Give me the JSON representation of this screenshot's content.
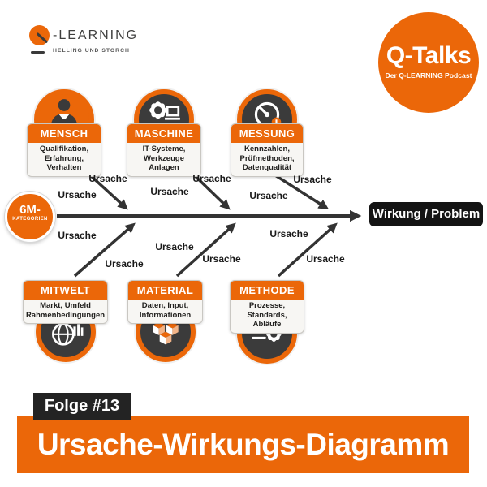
{
  "brand": {
    "logo_suffix": "-LEARNING",
    "tagline": "HELLING UND STORCH"
  },
  "badge": {
    "title": "Q-Talks",
    "subtitle": "Der Q-LEARNING Podcast"
  },
  "diagram": {
    "hub": {
      "line1": "6M-",
      "line2": "KATEGORIEN"
    },
    "effect_label": "Wirkung / Problem",
    "cause_label": "Ursache",
    "top_categories": [
      {
        "name": "MENSCH",
        "icon": "person-icon",
        "lines": [
          "Qualifikation,",
          "Erfahrung,",
          "Verhalten"
        ]
      },
      {
        "name": "MASCHINE",
        "icon": "gear-laptop-icon",
        "lines": [
          "IT-Systeme,",
          "Werkzeuge",
          "Anlagen"
        ]
      },
      {
        "name": "MESSUNG",
        "icon": "gauge-icon",
        "lines": [
          "Kennzahlen,",
          "Prüfmethoden,",
          "Datenqualität"
        ]
      }
    ],
    "bottom_categories": [
      {
        "name": "MITWELT",
        "icon": "globe-icon",
        "lines": [
          "Markt, Umfeld",
          "Rahmenbedingungen"
        ]
      },
      {
        "name": "MATERIAL",
        "icon": "cubes-icon",
        "lines": [
          "Daten, Input,",
          "Informationen"
        ]
      },
      {
        "name": "METHODE",
        "icon": "list-gear-icon",
        "lines": [
          "Prozesse,",
          "Standards,",
          "Abläufe"
        ]
      }
    ]
  },
  "footer": {
    "episode": "Folge #13",
    "title": "Ursache-Wirkungs-Diagramm"
  },
  "colors": {
    "orange": "#EB6709",
    "dark_box": "#141414",
    "line": "#333333"
  }
}
